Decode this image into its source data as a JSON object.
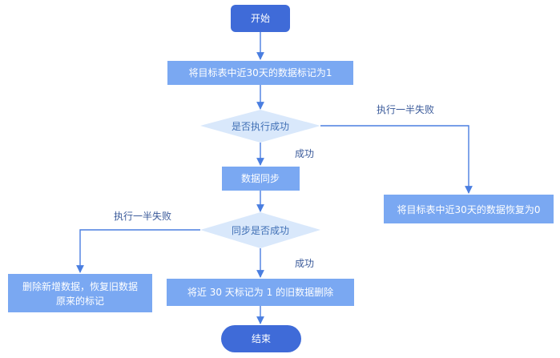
{
  "colors": {
    "terminal": "#3f6bd8",
    "process": "#7aa8f2",
    "decision": "#d9e8fb",
    "edge": "#4a7ee0",
    "label": "#3a5a9a"
  },
  "nodes": {
    "start": "开始",
    "mark": "将目标表中近30天的数据标记为1",
    "check_exec": "是否执行成功",
    "sync": "数据同步",
    "restore": "将目标表中近30天的数据恢复为0",
    "check_sync": "同步是否成功",
    "delete_new_line1": "删除新增数据，恢复旧数据",
    "delete_new_line2": "原来的标记",
    "delete_old": "将近 30 天标记为 1 的旧数据删除",
    "end": "结束"
  },
  "edges": {
    "exec_fail": "执行一半失败",
    "exec_success": "成功",
    "sync_fail": "执行一半失败",
    "sync_success": "成功"
  }
}
